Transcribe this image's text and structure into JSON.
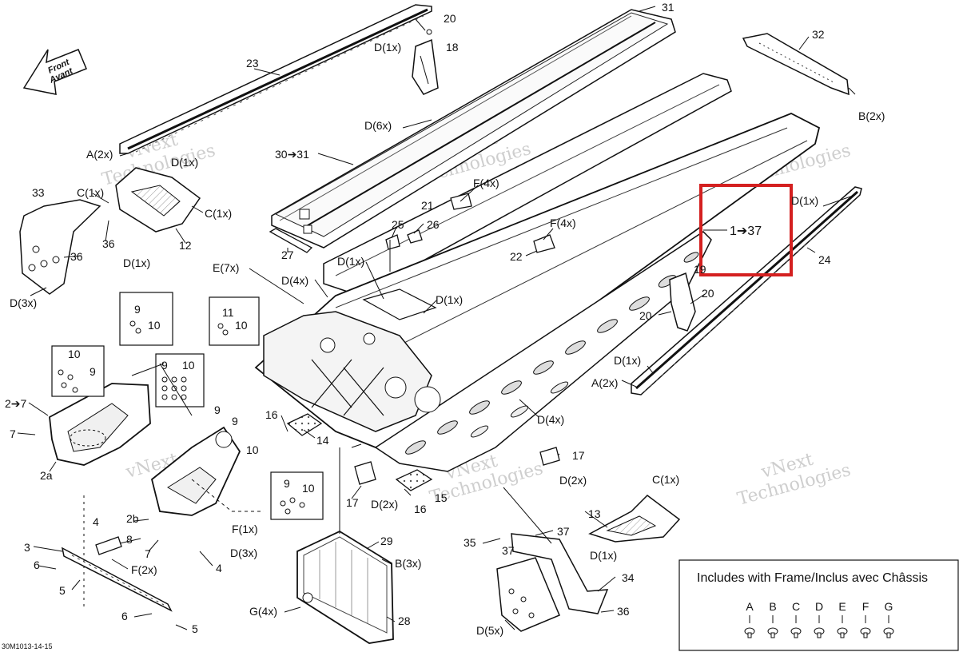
{
  "drawing": {
    "part_number": "30M1013-14-15",
    "watermark_line1": "vNext",
    "watermark_line2": "Technologies",
    "direction_label_1": "Front",
    "direction_label_2": "Avant",
    "highlight_label": "1➔37"
  },
  "callouts": [
    {
      "id": "c31",
      "text": "31"
    },
    {
      "id": "c20a",
      "text": "20"
    },
    {
      "id": "c32",
      "text": "32"
    },
    {
      "id": "c23",
      "text": "23"
    },
    {
      "id": "c1x_top",
      "text": "D(1x)"
    },
    {
      "id": "c18",
      "text": "18"
    },
    {
      "id": "cB2",
      "text": "B(2x)"
    },
    {
      "id": "cD6",
      "text": "D(6x)"
    },
    {
      "id": "cA2a",
      "text": "A(2x)"
    },
    {
      "id": "c3031",
      "text": "30➔31"
    },
    {
      "id": "cD1b",
      "text": "D(1x)"
    },
    {
      "id": "c33",
      "text": "33"
    },
    {
      "id": "cC1a",
      "text": "C(1x)"
    },
    {
      "id": "cC1b",
      "text": "C(1x)"
    },
    {
      "id": "cF4a",
      "text": "F(4x)"
    },
    {
      "id": "c21",
      "text": "21"
    },
    {
      "id": "cD1r",
      "text": "D(1x)"
    },
    {
      "id": "c36a",
      "text": "36"
    },
    {
      "id": "c36b",
      "text": "36"
    },
    {
      "id": "c12",
      "text": "12"
    },
    {
      "id": "cD1c",
      "text": "D(1x)"
    },
    {
      "id": "c25",
      "text": "25"
    },
    {
      "id": "c26",
      "text": "26"
    },
    {
      "id": "cF4b",
      "text": "F(4x)"
    },
    {
      "id": "c24",
      "text": "24"
    },
    {
      "id": "c27",
      "text": "27"
    },
    {
      "id": "c22",
      "text": "22"
    },
    {
      "id": "cD3a",
      "text": "D(3x)"
    },
    {
      "id": "cE7",
      "text": "E(7x)"
    },
    {
      "id": "cD1d",
      "text": "D(1x)"
    },
    {
      "id": "c19",
      "text": "19"
    },
    {
      "id": "cD4a",
      "text": "D(4x)"
    },
    {
      "id": "c20b",
      "text": "20"
    },
    {
      "id": "cD1e",
      "text": "D(1x)"
    },
    {
      "id": "c20c",
      "text": "20"
    },
    {
      "id": "c9a",
      "text": "9"
    },
    {
      "id": "c10a",
      "text": "10"
    },
    {
      "id": "c11",
      "text": "11"
    },
    {
      "id": "c10b",
      "text": "10"
    },
    {
      "id": "cD1f",
      "text": "D(1x)"
    },
    {
      "id": "cA2b",
      "text": "A(2x)"
    },
    {
      "id": "c10c",
      "text": "10"
    },
    {
      "id": "c9b",
      "text": "9"
    },
    {
      "id": "c9c",
      "text": "9"
    },
    {
      "id": "c10d",
      "text": "10"
    },
    {
      "id": "c27x",
      "text": "2➔7"
    },
    {
      "id": "cD4b",
      "text": "D(4x)"
    },
    {
      "id": "c16a",
      "text": "16"
    },
    {
      "id": "c9d",
      "text": "9"
    },
    {
      "id": "c9e",
      "text": "9"
    },
    {
      "id": "c7a",
      "text": "7"
    },
    {
      "id": "c10e",
      "text": "10"
    },
    {
      "id": "c14",
      "text": "14"
    },
    {
      "id": "c2a",
      "text": "2a"
    },
    {
      "id": "c17a",
      "text": "17"
    },
    {
      "id": "cD2a",
      "text": "D(2x)"
    },
    {
      "id": "cC1c",
      "text": "C(1x)"
    },
    {
      "id": "c9f",
      "text": "9"
    },
    {
      "id": "c10f",
      "text": "10"
    },
    {
      "id": "c17b",
      "text": "17"
    },
    {
      "id": "cD2b",
      "text": "D(2x)"
    },
    {
      "id": "c15",
      "text": "15"
    },
    {
      "id": "c16b",
      "text": "16"
    },
    {
      "id": "c4a",
      "text": "4"
    },
    {
      "id": "c2b",
      "text": "2b"
    },
    {
      "id": "cF1",
      "text": "F(1x)"
    },
    {
      "id": "c13",
      "text": "13"
    },
    {
      "id": "c8",
      "text": "8"
    },
    {
      "id": "c29",
      "text": "29"
    },
    {
      "id": "c37a",
      "text": "37"
    },
    {
      "id": "c35",
      "text": "35"
    },
    {
      "id": "cD1g",
      "text": "D(1x)"
    },
    {
      "id": "c3",
      "text": "3"
    },
    {
      "id": "c7b",
      "text": "7"
    },
    {
      "id": "cD3b",
      "text": "D(3x)"
    },
    {
      "id": "c6a",
      "text": "6"
    },
    {
      "id": "cF2",
      "text": "F(2x)"
    },
    {
      "id": "c4b",
      "text": "4"
    },
    {
      "id": "cB3",
      "text": "B(3x)"
    },
    {
      "id": "c37b",
      "text": "37"
    },
    {
      "id": "c5a",
      "text": "5"
    },
    {
      "id": "c34",
      "text": "34"
    },
    {
      "id": "cG4",
      "text": "G(4x)"
    },
    {
      "id": "c6b",
      "text": "6"
    },
    {
      "id": "c28",
      "text": "28"
    },
    {
      "id": "c36c",
      "text": "36"
    },
    {
      "id": "c5b",
      "text": "5"
    },
    {
      "id": "cD5",
      "text": "D(5x)"
    }
  ],
  "legend": {
    "title": "Includes with Frame/Inclus avec Châssis",
    "letters": [
      "A",
      "B",
      "C",
      "D",
      "E",
      "F",
      "G"
    ]
  }
}
